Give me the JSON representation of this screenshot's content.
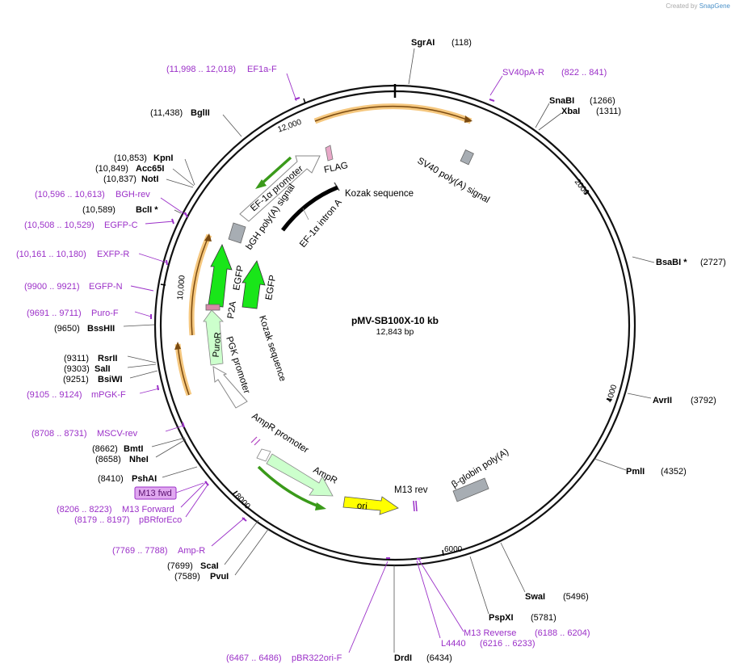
{
  "credit": {
    "prefix": "Created by",
    "brand": "SnapGene"
  },
  "plasmid": {
    "name": "pMV-SB100X-10 kb",
    "size_label": "12,843 bp",
    "length": 12843
  },
  "colors": {
    "backbone": "#111111",
    "site": "#000000",
    "primer": "#9b30c8",
    "orf_highlight": "#f5c77e",
    "orf_line": "#7a4a10",
    "green_gene": "#19e619",
    "pale_green": "#ccffcc",
    "pale_outline": "#888888",
    "ori": "#ffff00",
    "gray_feature": "#a7adb3"
  },
  "ticks": [
    {
      "pos": 2000,
      "label": "2000"
    },
    {
      "pos": 4000,
      "label": "4000"
    },
    {
      "pos": 6000,
      "label": "6000"
    },
    {
      "pos": 8000,
      "label": "8000"
    },
    {
      "pos": 10000,
      "label": "10,000"
    },
    {
      "pos": 12000,
      "label": "12,000"
    }
  ],
  "sites": [
    {
      "name": "SgrAI",
      "pos": "(118)",
      "bp": 118
    },
    {
      "name": "SnaBI",
      "pos": "(1266)",
      "bp": 1266
    },
    {
      "name": "XbaI",
      "pos": "(1311)",
      "bp": 1311
    },
    {
      "name": "BsaBI *",
      "pos": "(2727)",
      "bp": 2727
    },
    {
      "name": "AvrII",
      "pos": "(3792)",
      "bp": 3792
    },
    {
      "name": "PmlI",
      "pos": "(4352)",
      "bp": 4352
    },
    {
      "name": "SwaI",
      "pos": "(5496)",
      "bp": 5496
    },
    {
      "name": "PspXI",
      "pos": "(5781)",
      "bp": 5781
    },
    {
      "name": "DrdI",
      "pos": "(6434)",
      "bp": 6434
    },
    {
      "name": "PvuI",
      "pos": "(7589)",
      "bp": 7589
    },
    {
      "name": "ScaI",
      "pos": "(7699)",
      "bp": 7699
    },
    {
      "name": "PshAI",
      "pos": "(8410)",
      "bp": 8410
    },
    {
      "name": "NheI",
      "pos": "(8658)",
      "bp": 8658
    },
    {
      "name": "BmtI",
      "pos": "(8662)",
      "bp": 8662
    },
    {
      "name": "BsiWI",
      "pos": "(9251)",
      "bp": 9251
    },
    {
      "name": "SalI",
      "pos": "(9303)",
      "bp": 9303
    },
    {
      "name": "RsrII",
      "pos": "(9311)",
      "bp": 9311
    },
    {
      "name": "BssHII",
      "pos": "(9650)",
      "bp": 9650
    },
    {
      "name": "BclI *",
      "pos": "(10,589)",
      "bp": 10589
    },
    {
      "name": "NotI",
      "pos": "(10,837)",
      "bp": 10837
    },
    {
      "name": "Acc65I",
      "pos": "(10,849)",
      "bp": 10849
    },
    {
      "name": "KpnI",
      "pos": "(10,853)",
      "bp": 10853
    },
    {
      "name": "BglII",
      "pos": "(11,438)",
      "bp": 11438
    }
  ],
  "primers": [
    {
      "name": "SV40pA-R",
      "range": "(822 .. 841)",
      "bp": 831
    },
    {
      "name": "M13 Reverse",
      "range": "(6188 .. 6204)",
      "bp": 6196
    },
    {
      "name": "L4440",
      "range": "(6216 .. 6233)",
      "bp": 6224
    },
    {
      "name": "pBR322ori-F",
      "range": "(6467 .. 6486)",
      "bp": 6476
    },
    {
      "name": "Amp-R",
      "range": "(7769 .. 7788)",
      "bp": 7778
    },
    {
      "name": "pBRforEco",
      "range": "(8179 .. 8197)",
      "bp": 8188
    },
    {
      "name": "M13 Forward",
      "range": "(8206 .. 8223)",
      "bp": 8214
    },
    {
      "name": "MSCV-rev",
      "range": "(8708 .. 8731)",
      "bp": 8719
    },
    {
      "name": "mPGK-F",
      "range": "(9105 .. 9124)",
      "bp": 9114
    },
    {
      "name": "Puro-F",
      "range": "(9691 .. 9711)",
      "bp": 9701
    },
    {
      "name": "EGFP-N",
      "range": "(9900 .. 9921)",
      "bp": 9910
    },
    {
      "name": "EXFP-R",
      "range": "(10,161 .. 10,180)",
      "bp": 10170
    },
    {
      "name": "EGFP-C",
      "range": "(10,508 .. 10,529)",
      "bp": 10518
    },
    {
      "name": "BGH-rev",
      "range": "(10,596 .. 10,613)",
      "bp": 10604
    },
    {
      "name": "EF1a-F",
      "range": "(11,998 .. 12,018)",
      "bp": 12008
    }
  ],
  "m13fwd_box": "M13 fwd",
  "features": [
    {
      "label": "SV40 poly(A) signal"
    },
    {
      "label": "FLAG"
    },
    {
      "label": "Kozak sequence"
    },
    {
      "label": "EF-1α promoter"
    },
    {
      "label": "bGH poly(A) signal"
    },
    {
      "label": "EF-1α intron A"
    },
    {
      "label": "EGFP"
    },
    {
      "label": "EGFP"
    },
    {
      "label": "P2A"
    },
    {
      "label": "PuroR"
    },
    {
      "label": "PGK promoter"
    },
    {
      "label": "Kozak sequence"
    },
    {
      "label": "AmpR promoter"
    },
    {
      "label": "AmpR"
    },
    {
      "label": "ori"
    },
    {
      "label": "M13 rev"
    },
    {
      "label": "β-globin poly(A)"
    }
  ]
}
